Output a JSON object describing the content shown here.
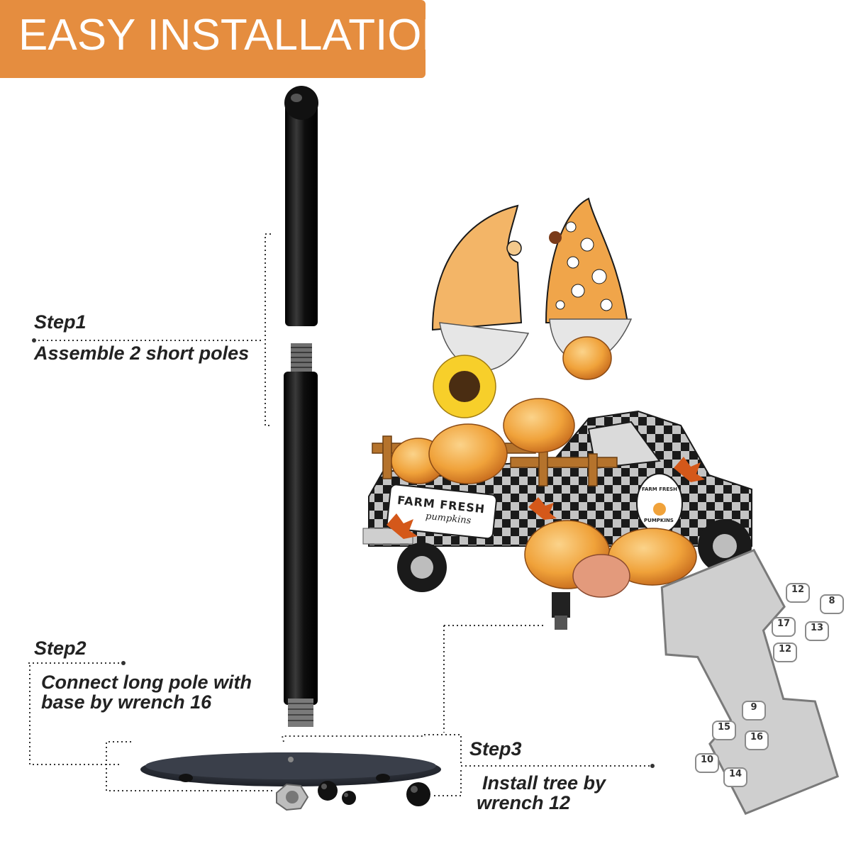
{
  "banner": {
    "title": "EASY INSTALLATION",
    "color": "#e58d3f"
  },
  "steps": [
    {
      "title": "Step1",
      "description": "Assemble 2 short poles"
    },
    {
      "title": "Step2",
      "description_line1": "Connect long pole with",
      "description_line2": "base by wrench 16"
    },
    {
      "title": "Step3",
      "description_line1": "Install tree by",
      "description_line2": "wrench 12"
    }
  ],
  "product_art": {
    "sign_text": "FARM FRESH",
    "sign_subtext": "pumpkins",
    "door_text": "FARM FRESH",
    "door_subtext": "PUMPKINS"
  },
  "wrench": {
    "sizes": [
      "12",
      "8",
      "17",
      "13",
      "12",
      "9",
      "15",
      "16",
      "10",
      "14"
    ]
  },
  "colors": {
    "pole": "#111111",
    "base": "#2b2f38",
    "pumpkin": "#f0a23a",
    "check_dark": "#1a1a1a",
    "wrench": "#c9c9c9"
  }
}
